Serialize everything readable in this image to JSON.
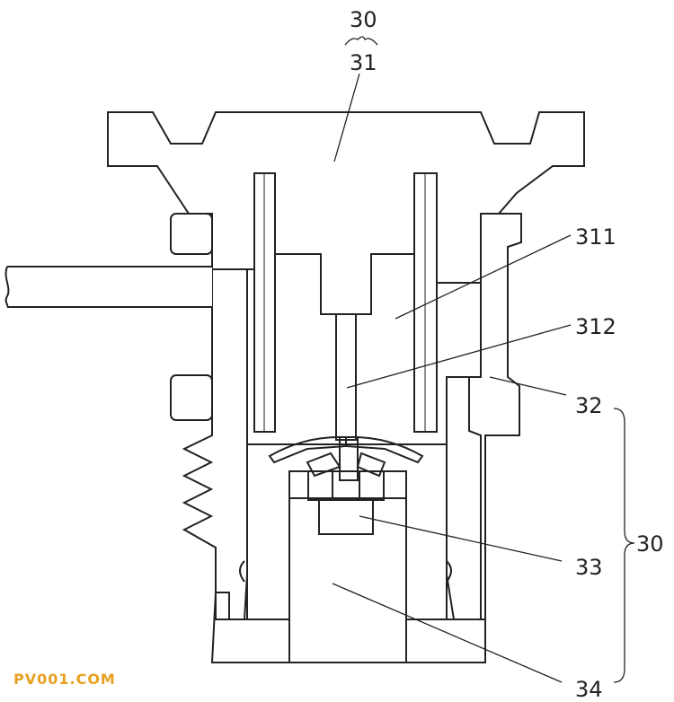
{
  "labels": {
    "top_group": "30",
    "top_part": "31",
    "l311": "311",
    "l312": "312",
    "l32": "32",
    "l33": "33",
    "l34": "34",
    "side_group": "30"
  },
  "watermark": {
    "text": "PV001.COM",
    "color": "#e8a020"
  },
  "colors": {
    "line": "#222222",
    "hatch": "#333333",
    "background": "#ffffff"
  }
}
